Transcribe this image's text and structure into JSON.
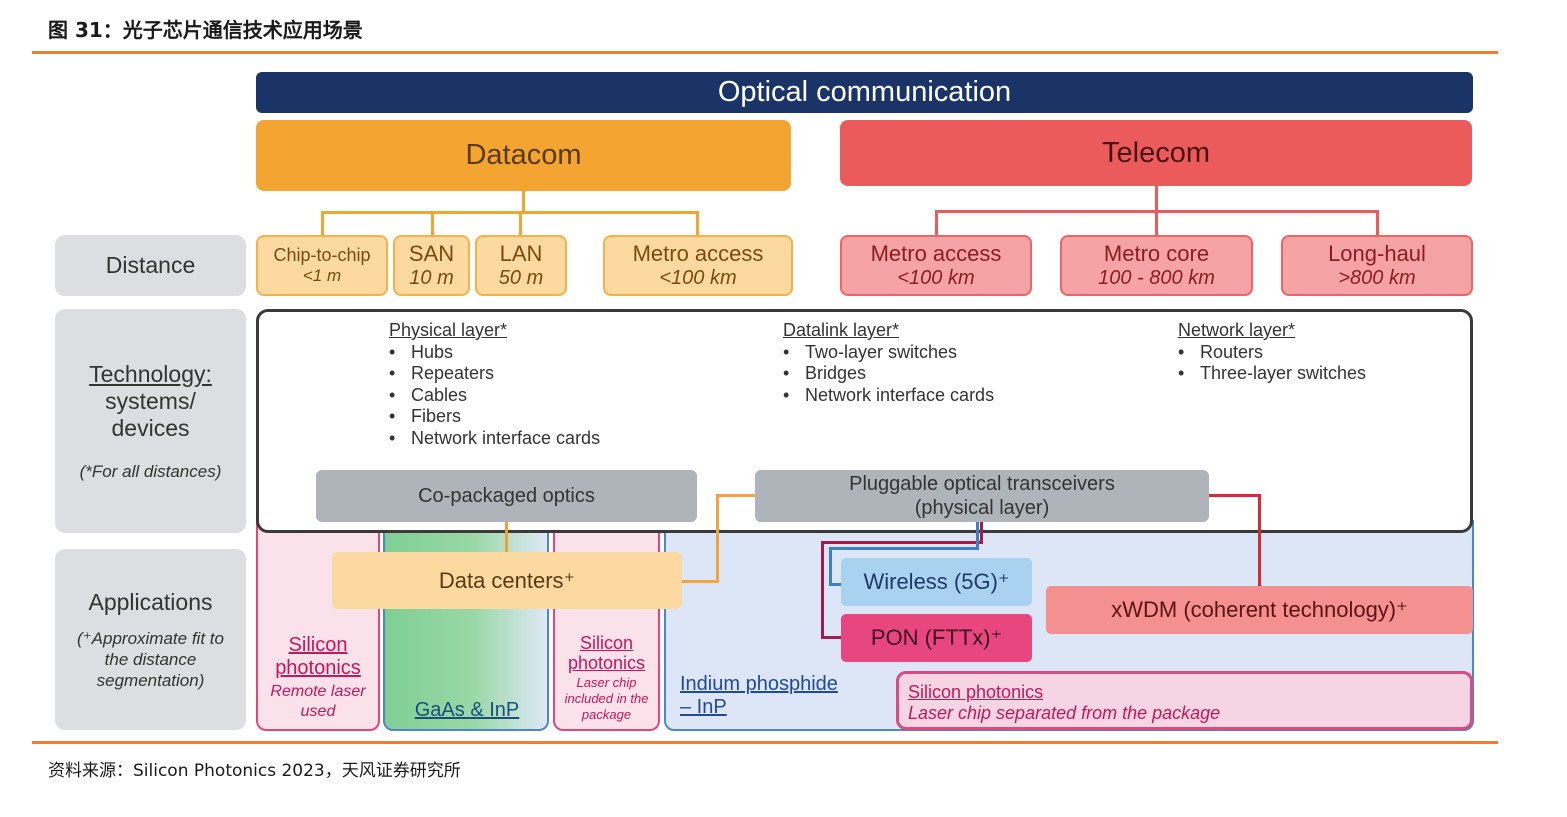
{
  "figure_title": "图 31：光子芯片通信技术应用场景",
  "source_note": "资料来源：Silicon  Photonics  2023，天风证券研究所",
  "colors": {
    "navy": "#1b3468",
    "datacom": "#f4a431",
    "telecom": "#ec5b5c",
    "gray_label": "#dcdee1",
    "tech_box": "#aeb4b9",
    "pink": "#fbe1ea",
    "green": "#8fd3a0",
    "blue_light": "#dde6f6",
    "magenta": "#c2185b",
    "accent_rule": "#ed7d31"
  },
  "diagram": {
    "header": "Optical communication",
    "datacom": "Datacom",
    "telecom": "Telecom",
    "row_labels": {
      "distance": "Distance",
      "technology_title": "Technology:",
      "technology_rest": "systems/ devices",
      "technology_note": "(*For all distances)",
      "applications": "Applications",
      "applications_note": "(⁺Approximate fit to the distance segmentation)"
    },
    "datacom_distances": [
      {
        "name": "Chip-to-chip",
        "value": "<1 m"
      },
      {
        "name": "SAN",
        "value": "10 m"
      },
      {
        "name": "LAN",
        "value": "50 m"
      },
      {
        "name": "Metro access",
        "value": "<100 km"
      }
    ],
    "telecom_distances": [
      {
        "name": "Metro access",
        "value": "<100 km"
      },
      {
        "name": "Metro core",
        "value": "100 - 800 km"
      },
      {
        "name": "Long-haul",
        "value": ">800 km"
      }
    ],
    "tech_columns": [
      {
        "heading": "Physical layer*",
        "items": [
          "Hubs",
          "Repeaters",
          "Cables",
          "Fibers",
          "Network interface cards"
        ]
      },
      {
        "heading": "Datalink layer*",
        "items": [
          "Two-layer switches",
          "Bridges",
          "Network interface cards"
        ]
      },
      {
        "heading": "Network layer*",
        "items": [
          "Routers",
          "Three-layer switches"
        ]
      }
    ],
    "cpo": "Co-packaged optics",
    "pluggable_line1": "Pluggable optical transceivers",
    "pluggable_line2": "(physical layer)",
    "data_centers": "Data centers⁺",
    "wireless": "Wireless (5G)⁺",
    "pon": "PON (FTTx)⁺",
    "xwdm": "xWDM (coherent technology)⁺",
    "si_remote_title": "Silicon photonics",
    "si_remote_sub": "Remote laser used",
    "gaas": "GaAs & InP",
    "si_included_title": "Silicon photonics",
    "si_included_sub": "Laser chip included in the package",
    "inp_line1": "Indium phosphide",
    "inp_line2": "– InP",
    "si_separated_title": "Silicon photonics",
    "si_separated_sub": "Laser chip separated from the package"
  }
}
